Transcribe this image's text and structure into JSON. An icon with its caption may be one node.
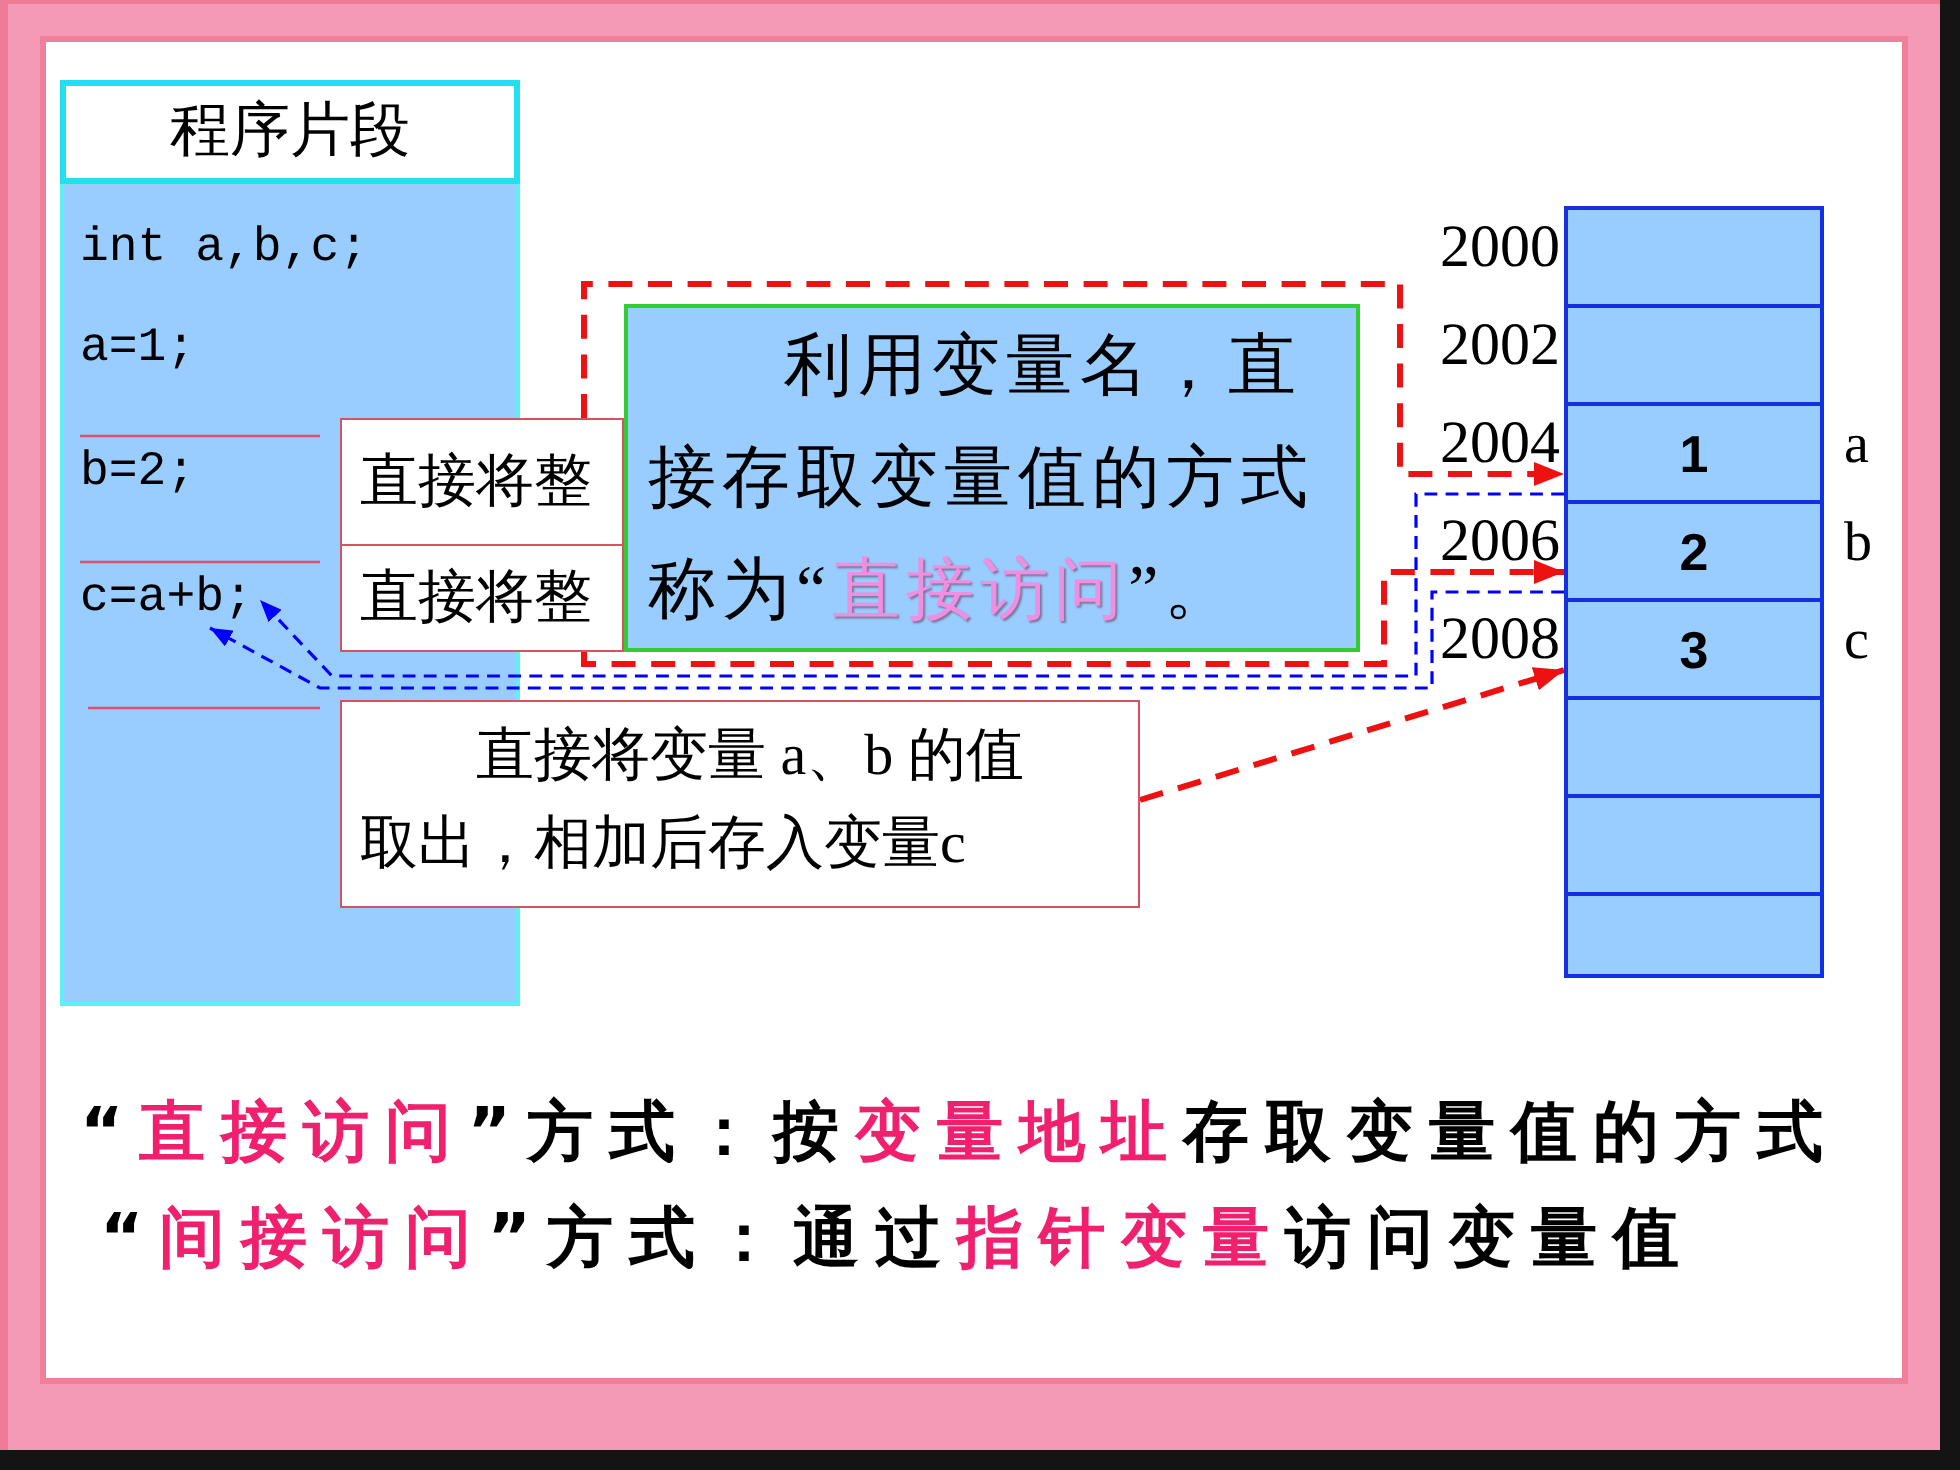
{
  "diagram": {
    "nodes": [
      {
        "text": [
          "程序片段",
          "int a,b,c;",
          "a=1;",
          "b=2;"
        ]
      },
      {
        "text": [
          "c=a+b;"
        ],
        "in": 0
      },
      {
        "text": [
          "直接将整"
        ]
      },
      {
        "text": [
          "直接将整"
        ]
      },
      {
        "text": [
          "直接将变量 a、b 的值取出，相加后存入变量c"
        ]
      },
      {
        "text": [
          "利用变量名，直接存取变量值的方式称为“**直接访问**”。"
        ]
      },
      {
        "text": [],
        "shape": "box",
        "beside": [
          "2000"
        ]
      },
      {
        "text": [],
        "shape": "box",
        "beside": [
          "2002"
        ]
      },
      {
        "text": [
          "1"
        ],
        "beside": [
          "2004",
          "a"
        ]
      },
      {
        "text": [
          "2"
        ],
        "beside": [
          "2006",
          "b"
        ]
      },
      {
        "text": [
          "3"
        ],
        "beside": [
          "2008",
          "c"
        ]
      },
      {
        "text": [],
        "shape": "box"
      },
      {
        "text": [],
        "shape": "box"
      },
      {
        "text": [],
        "shape": "box"
      }
    ],
    "edges": [
      {
        "from": 2,
        "to": 8,
        "arrow": "to",
        "style": "dashed"
      },
      {
        "from": 3,
        "to": 9,
        "arrow": "to",
        "style": "dashed"
      },
      {
        "from": 4,
        "to": 10,
        "arrow": "to",
        "style": "dashed"
      },
      {
        "from": 8,
        "to": 1,
        "arrow": "to",
        "style": "dashed",
        "color": "#0000ff"
      },
      {
        "from": 9,
        "to": 1,
        "arrow": "to",
        "style": "dashed",
        "color": "#0000ff"
      }
    ],
    "labels": [
      "“**直接访问**”方式：按**变量地址**存取变量值的方式",
      "“**间接访问**”方式：通过**指针变量**访问变量值"
    ]
  }
}
